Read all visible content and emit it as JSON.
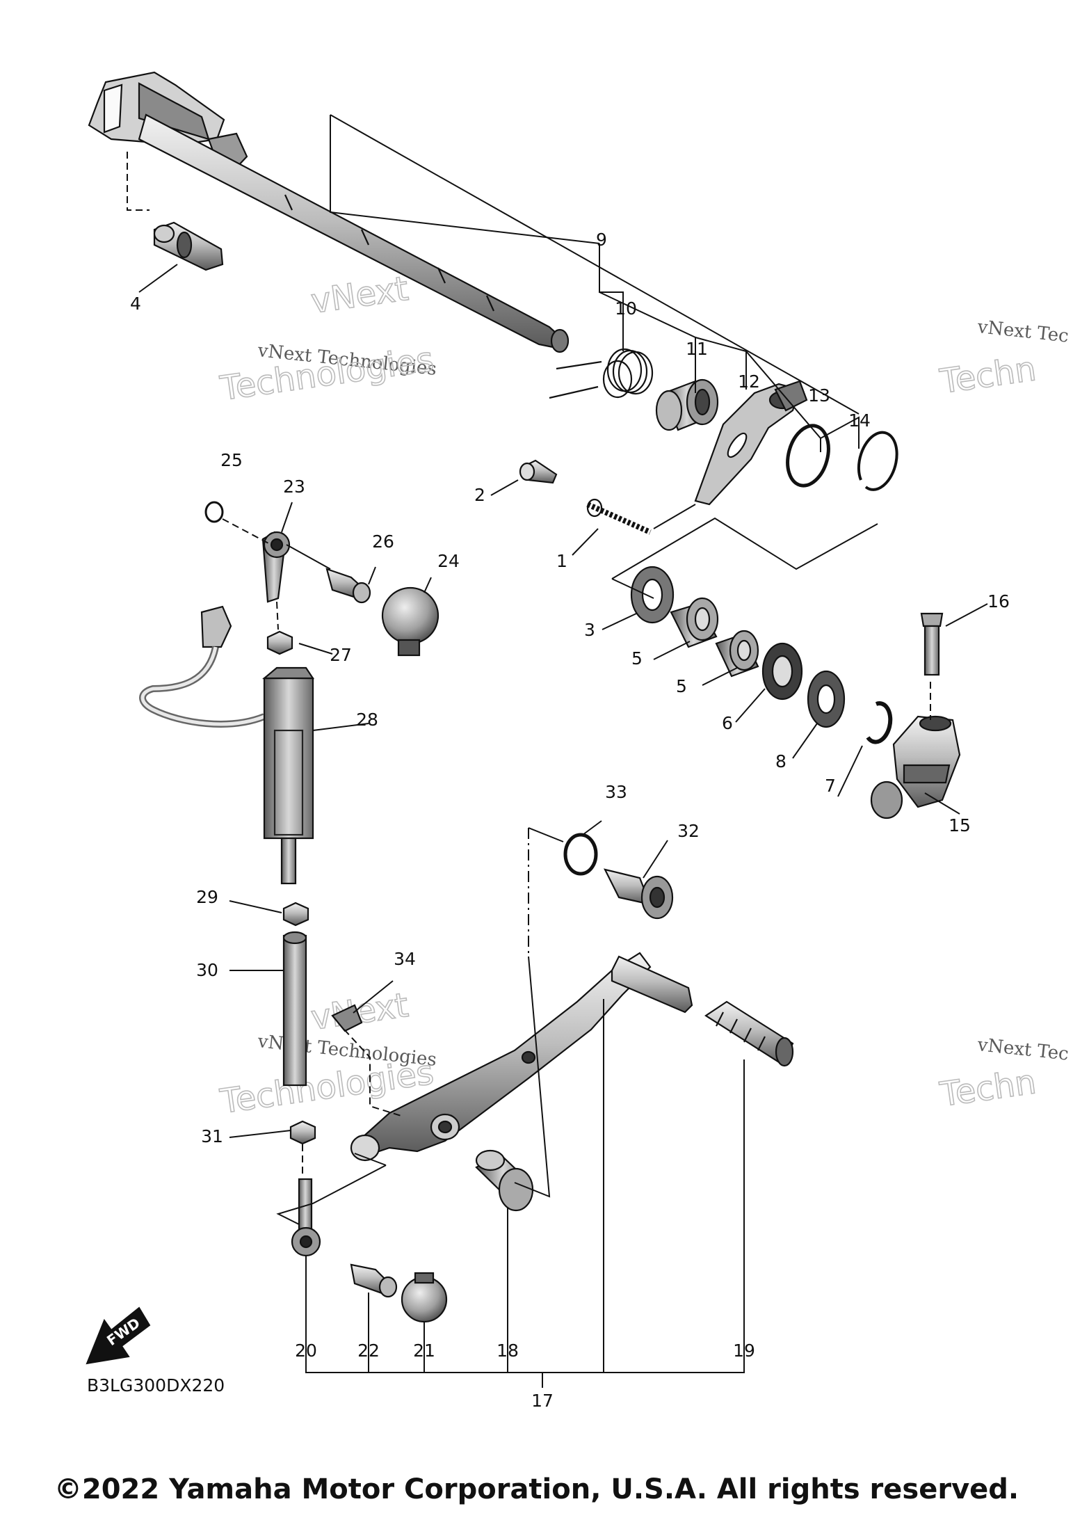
{
  "diagram_code": "B3LG300DX220",
  "fwd_label": "FWD",
  "copyright": "©2022 Yamaha Motor Corporation, U.S.A. All rights reserved.",
  "watermark": {
    "line1": "vNext Technologies",
    "line2": "vNext",
    "line3": "Technologies",
    "cut_line1": "vNext Tec",
    "cut_line3": "Techn"
  },
  "labels": [
    "1",
    "2",
    "3",
    "4",
    "5",
    "5",
    "6",
    "7",
    "8",
    "9",
    "10",
    "11",
    "12",
    "13",
    "14",
    "15",
    "16",
    "17",
    "18",
    "19",
    "20",
    "21",
    "22",
    "23",
    "24",
    "25",
    "26",
    "27",
    "28",
    "29",
    "30",
    "31",
    "32",
    "33",
    "34"
  ]
}
